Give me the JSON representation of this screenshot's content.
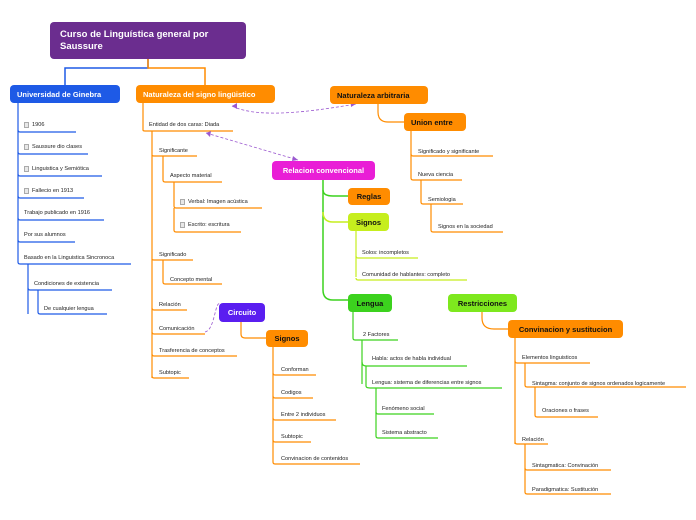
{
  "title": "Curso de Linguística general por Saussure",
  "universidad": {
    "label": "Universidad de Ginebra",
    "items": [
      "1906",
      "Saussure dio clases",
      "Linguistica y Semiótica",
      "Fallecio en 1913",
      "Trabajo publicado en 1916",
      "Por sus alumnos",
      "Basado en la Linguistica Sincronoca",
      "Condiciones de existencia",
      "De cualquier lengua"
    ]
  },
  "naturaleza": {
    "label": "Naturaleza del signo lingüistico",
    "entidad": "Entidad de dos caras: Diada",
    "significante": "Significante",
    "aspecto": "Aspecto material",
    "verbal": "Verbal: Imagen acústica",
    "escrito": "Escrito: escritura",
    "significado": "Significado",
    "concepto": "Concepto mental",
    "relacion": "Relación",
    "comunicacion": "Comunicación",
    "transferencia": "Trasferencia de conceptos",
    "subtopic": "Subtopic"
  },
  "circuito": {
    "label": "Circuito"
  },
  "signos_circuito": {
    "label": "Signos",
    "items": [
      "Conforman",
      "Codigos",
      "Entre 2 individuos",
      "Subtopic",
      "Convinacion de contenidos"
    ]
  },
  "arbitraria": {
    "label": "Naturaleza arbitraria",
    "union": "Union entre",
    "items": [
      "Significado y significante",
      "Nueva ciencia",
      "Semiologia",
      "Signos en la sociedad"
    ]
  },
  "convencional": {
    "label": "Relacion convencional"
  },
  "reglas": {
    "label": "Reglas"
  },
  "signos_conv": {
    "label": "Signos",
    "items": [
      "Solos: incompletos",
      "Comunidad de hablantes: completo"
    ]
  },
  "lengua": {
    "label": "Lengua",
    "items": [
      "2 Factores",
      "Habla: actos de habla individual",
      "Lengua: sistema de diferencias entre signos",
      "Fenómeno social",
      "Sistema abstracto"
    ]
  },
  "restricciones": {
    "label": "Restricciones"
  },
  "convinacion": {
    "label": "Convinacion y sustitucion",
    "items": [
      "Elementos linguisticos",
      "Sintagma: conjunto de signos ordenados logicamente",
      "Oraciones o frases",
      "Relación",
      "Sintagmatica: Convinación",
      "Paradigmatica: Sustitución"
    ]
  },
  "colors": {
    "purple": "#6b2d8f",
    "blue": "#1e5ae6",
    "orange": "#ff8c00",
    "magenta": "#e91ed6",
    "yellowgreen": "#c6ee1e",
    "green": "#3cd21e",
    "violet": "#5a1ef0"
  }
}
